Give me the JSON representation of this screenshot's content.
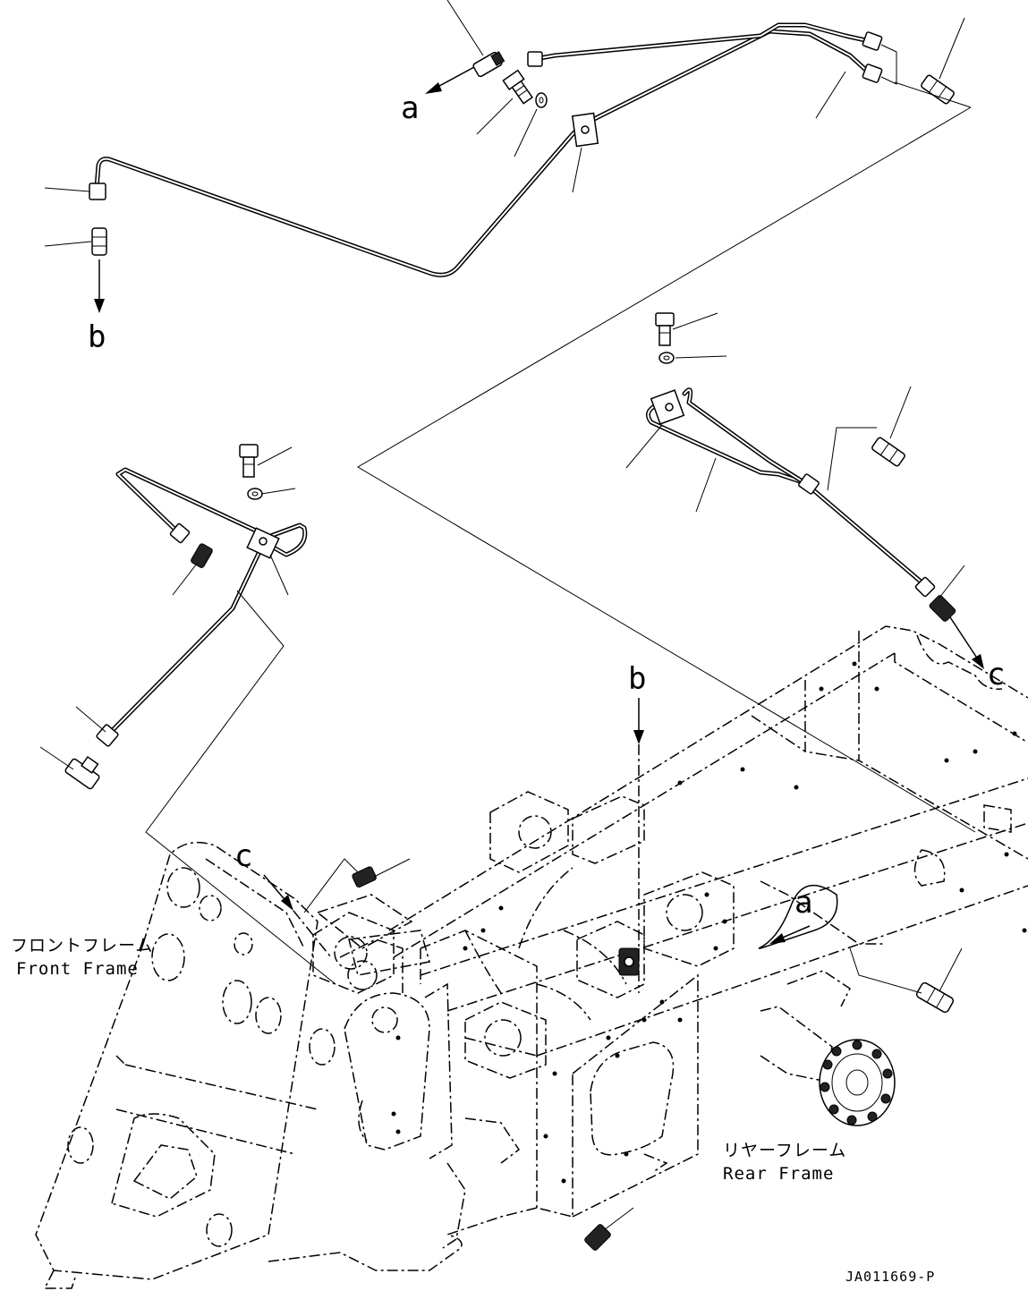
{
  "labels": {
    "a_top": "a",
    "b_top": "b",
    "b_mid": "b",
    "c_right": "c",
    "c_left": "c",
    "a_frame": "a"
  },
  "captions": {
    "front_frame_jp": "フロントフレーム",
    "front_frame_en": "Front Frame",
    "rear_frame_jp": "リヤーフレーム",
    "rear_frame_en": "Rear Frame"
  },
  "drawing_code": "JA011669-P"
}
